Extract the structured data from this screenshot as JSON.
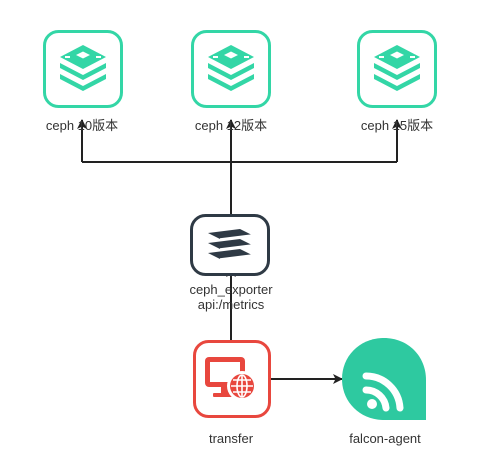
{
  "nodes": {
    "ceph_a": {
      "label": "ceph 10版本"
    },
    "ceph_b": {
      "label": "ceph 12版本"
    },
    "ceph_c": {
      "label": "ceph 15版本"
    },
    "exporter": {
      "label_line1": "ceph_exporter",
      "label_line2": "api:/metrics"
    },
    "transfer": {
      "label": "transfer"
    },
    "falcon": {
      "label": "falcon-agent"
    }
  },
  "colors": {
    "ceph_stroke": "#33d6a6",
    "ceph_fill": "#ffffff",
    "exporter_stroke": "#2f3a45",
    "transfer_stroke": "#e8473e",
    "falcon_fill": "#2ec9a0",
    "line": "#222222",
    "text": "#333333"
  },
  "icons": {
    "ceph": "storage-layers-icon",
    "exporter": "stacked-disks-icon",
    "transfer": "monitor-globe-icon",
    "falcon": "wifi-signal-icon"
  }
}
